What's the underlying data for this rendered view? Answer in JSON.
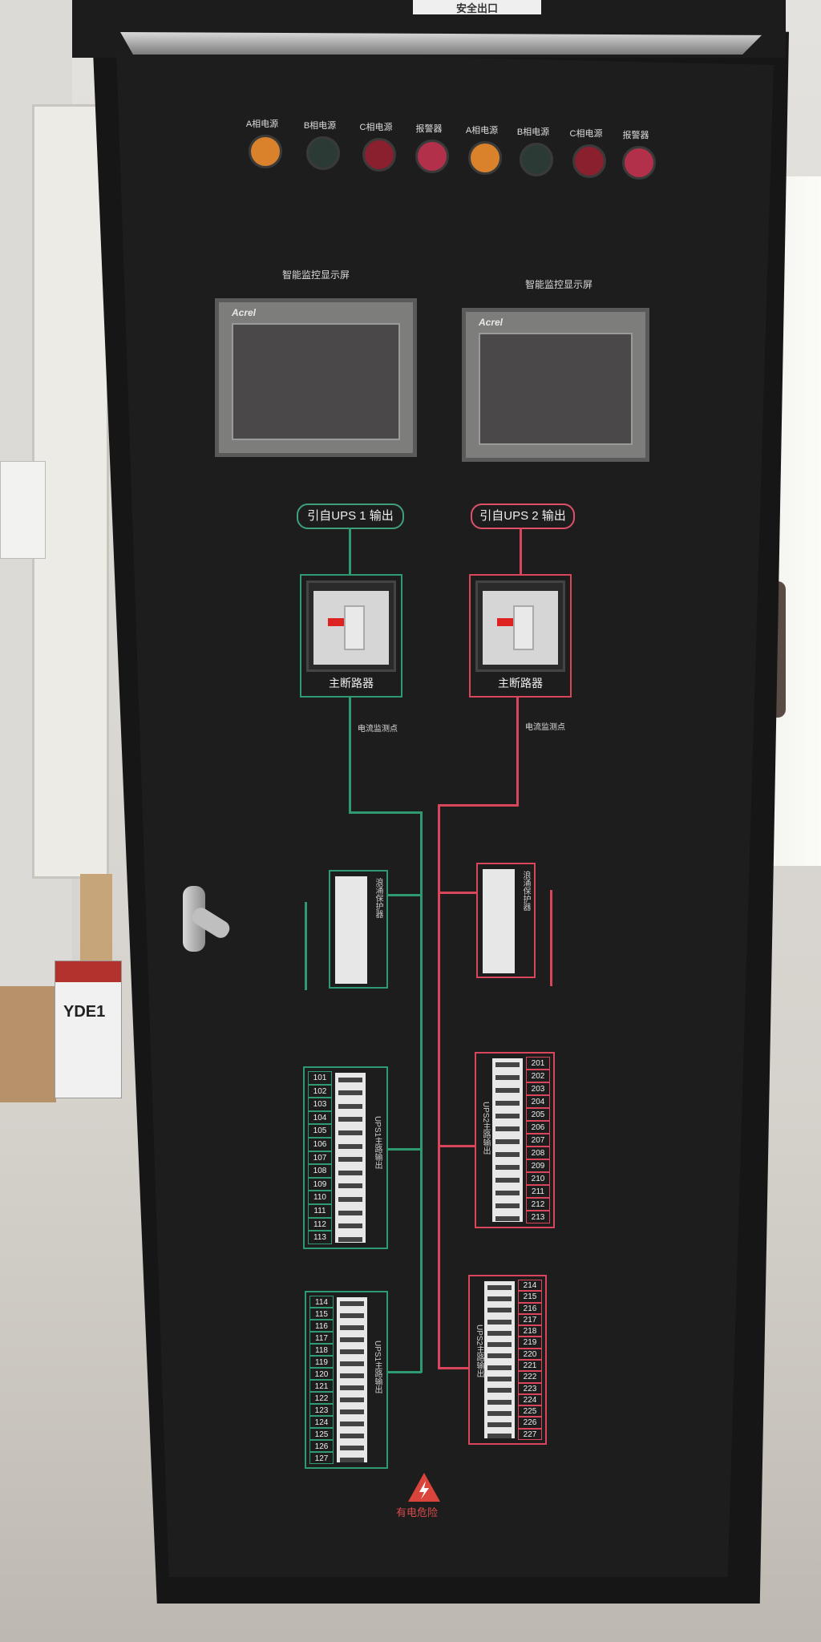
{
  "top_sign": "安全出口",
  "lamps": [
    {
      "label": "A相电源",
      "color": "#d9822b"
    },
    {
      "label": "B相电源",
      "color": "#2b3a34"
    },
    {
      "label": "C相电源",
      "color": "#8a1f2e"
    },
    {
      "label": "报警器",
      "color": "#b2304a"
    },
    {
      "label": "A相电源",
      "color": "#d9822b"
    },
    {
      "label": "B相电源",
      "color": "#2b3a34"
    },
    {
      "label": "C相电源",
      "color": "#8a1f2e"
    },
    {
      "label": "报警器",
      "color": "#b2304a"
    }
  ],
  "screens": [
    {
      "title": "智能监控显示屏",
      "brand": "Acrel"
    },
    {
      "title": "智能监控显示屏",
      "brand": "Acrel"
    }
  ],
  "ups1": {
    "source": "引自UPS 1 输出",
    "main_breaker": "主断路器",
    "measure": "电流监测点",
    "surge": "浪涌保护器",
    "output_label": "UPS1主路输出",
    "output_label_2": "UPS1主路输出",
    "circuits_a": [
      "101",
      "102",
      "103",
      "104",
      "105",
      "106",
      "107",
      "108",
      "109",
      "110",
      "111",
      "112",
      "113"
    ],
    "circuits_b": [
      "114",
      "115",
      "116",
      "117",
      "118",
      "119",
      "120",
      "121",
      "122",
      "123",
      "124",
      "125",
      "126",
      "127"
    ]
  },
  "ups2": {
    "source": "引自UPS 2 输出",
    "main_breaker": "主断路器",
    "measure": "电流监测点",
    "surge": "浪涌保护器",
    "output_label": "UPS2主路输出",
    "output_label_2": "UPS2主路输出",
    "circuits_a": [
      "201",
      "202",
      "203",
      "204",
      "205",
      "206",
      "207",
      "208",
      "209",
      "210",
      "211",
      "212",
      "213"
    ],
    "circuits_b": [
      "214",
      "215",
      "216",
      "217",
      "218",
      "219",
      "220",
      "221",
      "222",
      "223",
      "224",
      "225",
      "226",
      "227"
    ]
  },
  "warning": "有电危险",
  "box_label": "YDE1",
  "colors": {
    "ups1_line": "#2f9a72",
    "ups2_line": "#d9455b",
    "panel": "#1d1d1d"
  }
}
